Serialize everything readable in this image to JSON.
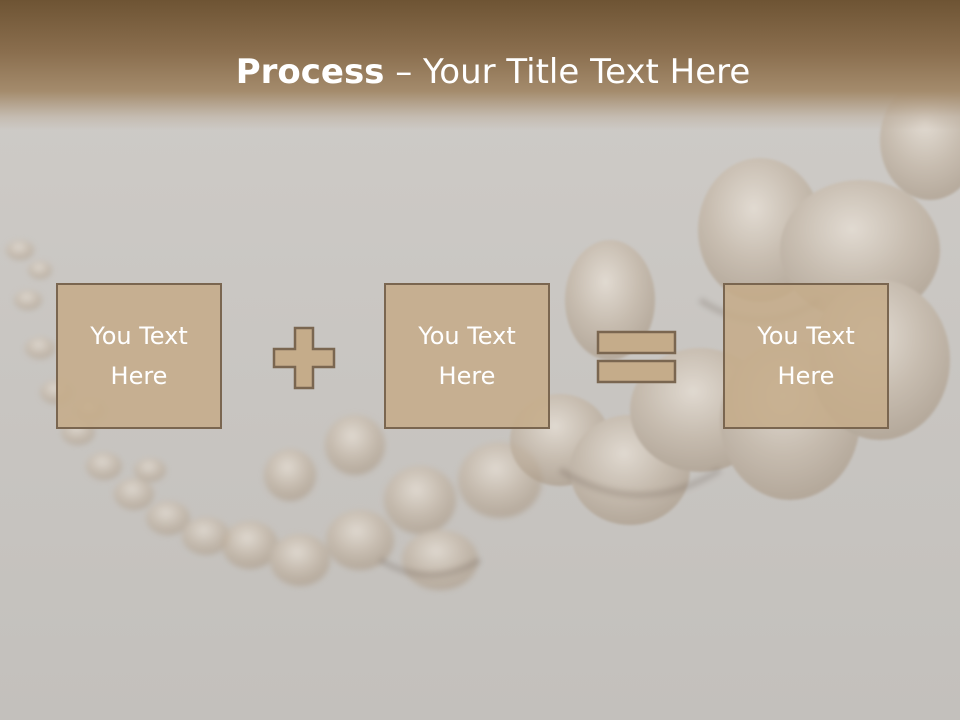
{
  "title": {
    "bold": "Process",
    "rest": " – Your Title Text Here"
  },
  "boxes": [
    {
      "label": "You Text Here"
    },
    {
      "label": "You Text Here"
    },
    {
      "label": "You Text Here"
    }
  ],
  "operators": {
    "plus": "plus-icon",
    "equals": "equals-icon"
  },
  "colors": {
    "title_band": "#8a6e4e",
    "box_fill": "#c5ac8a",
    "box_border": "#7a6650",
    "operator_fill": "#c5ac8a",
    "background": "#c9c6c2"
  }
}
